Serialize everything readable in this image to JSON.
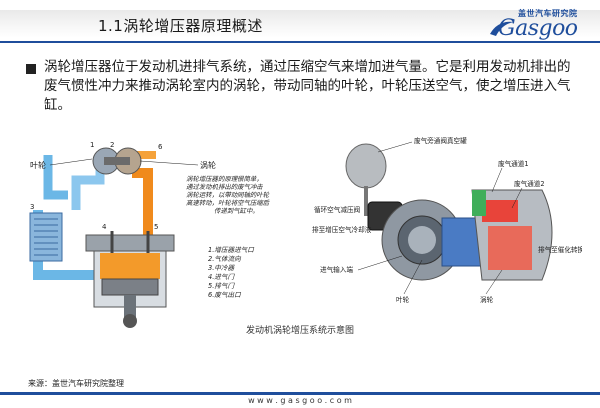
{
  "header": {
    "title": "1.1涡轮增压器原理概述",
    "logo_cn": "盖世汽车研究院",
    "logo_en": "Gasgoo"
  },
  "body": {
    "paragraph": "涡轮增压器位于发动机进排气系统，通过压缩空气来增加进气量。它是利用发动机排出的废气惯性冲力来推动涡轮室内的涡轮，带动同轴的叶轮，叶轮压送空气，使之增压进入气缸。"
  },
  "left_diagram": {
    "label_impeller": "叶轮",
    "label_turbine": "涡轮",
    "num_1": "1",
    "num_2": "2",
    "num_3": "3",
    "num_4": "4",
    "num_5": "5",
    "num_6": "6",
    "desc_lines": [
      "涡轮增压器的原理很简单，",
      "通过发动机排出的废气冲击",
      "涡轮运转，以带动同轴的叶轮",
      "高速转动，叶轮将空气压缩后",
      "传递到气缸中。"
    ],
    "legend": [
      "1.增压器进气口",
      "2.气体流向",
      "3.中冷器",
      "4.进气门",
      "5.排气门",
      "6.废气出口"
    ]
  },
  "right_diagram": {
    "labels": {
      "wastegate_vacuum": "废气旁通阀真空罐",
      "exhaust_channel_1": "废气通道1",
      "exhaust_channel_2": "废气通道2",
      "recirc_valve": "循环空气减压阀",
      "coolant": "排至增压空气冷却液",
      "air_inlet": "进气输入端",
      "catalyst": "排气至催化转换器",
      "impeller": "叶轮",
      "turbine": "涡轮"
    }
  },
  "caption": "发动机涡轮增压系统示意图",
  "source": "来源：盖世汽车研究院整理",
  "footer_url": "w w w . g a s g o o . c o m",
  "colors": {
    "brand_blue": "#1f4e9c",
    "hot_orange": "#f08a1c",
    "cool_blue": "#6bb7e6"
  }
}
